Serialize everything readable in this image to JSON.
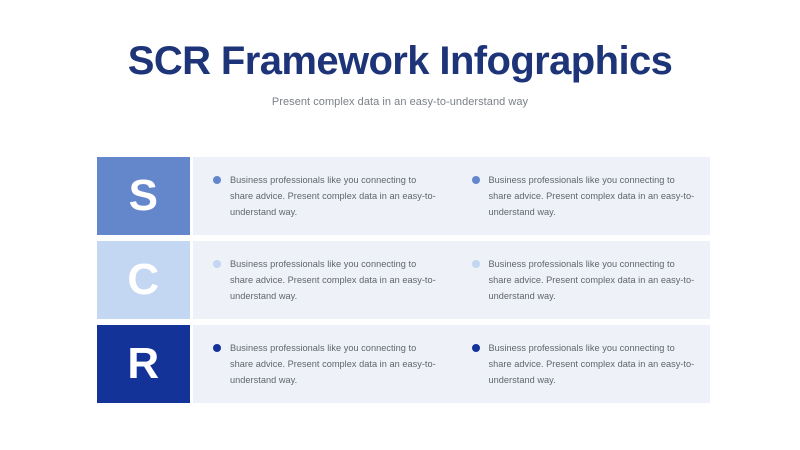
{
  "header": {
    "title": "SCR Framework Infographics",
    "subtitle": "Present complex data in an easy-to-understand way"
  },
  "colors": {
    "title": "#1d3478",
    "subtitle": "#7b8089",
    "body_text": "#5f6570",
    "row_background": "#eef1f7",
    "page_background": "#ffffff",
    "letter_text": "#ffffff"
  },
  "rows": [
    {
      "letter": "S",
      "accent": "#6487cc",
      "columns": [
        {
          "text": "Business professionals like you connecting to share advice. Present complex data in an easy-to-understand way."
        },
        {
          "text": "Business professionals like you connecting to share advice. Present complex data in an easy-to-understand way."
        }
      ]
    },
    {
      "letter": "C",
      "accent": "#c3d6f2",
      "columns": [
        {
          "text": "Business professionals like you connecting to share advice. Present complex data in an easy-to-understand way."
        },
        {
          "text": "Business professionals like you connecting to share advice. Present complex data in an easy-to-understand way."
        }
      ]
    },
    {
      "letter": "R",
      "accent": "#143399",
      "columns": [
        {
          "text": "Business professionals like you connecting to share advice. Present complex data in an easy-to-understand way."
        },
        {
          "text": "Business professionals like you connecting to share advice. Present complex data in an easy-to-understand way."
        }
      ]
    }
  ]
}
